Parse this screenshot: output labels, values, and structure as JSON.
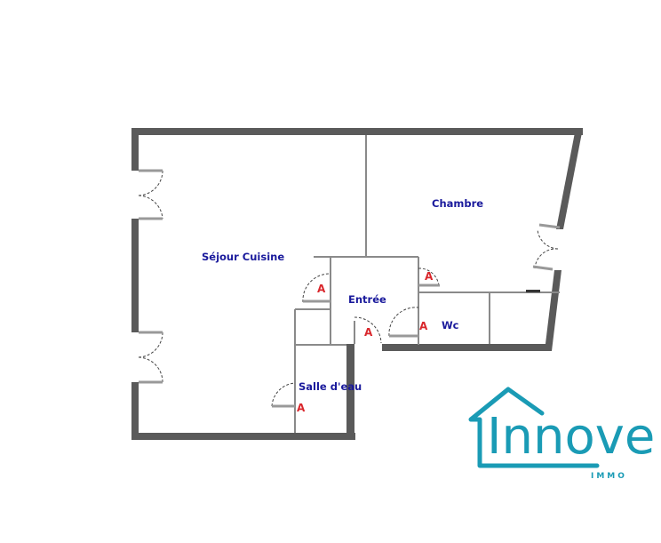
{
  "rooms": {
    "sejour": "Séjour Cuisine",
    "chambre": "Chambre",
    "entree": "Entrée",
    "wc": "Wc",
    "salle_eau": "Salle d'eau"
  },
  "door_marker": "A",
  "logo": {
    "name": "Innove",
    "sub": "IMMO"
  },
  "colors": {
    "wall": "#5a5a5a",
    "partition": "#8a8a8a",
    "room_label": "#1a1a9c",
    "marker": "#d9262b",
    "brand": "#1a9bb5"
  }
}
